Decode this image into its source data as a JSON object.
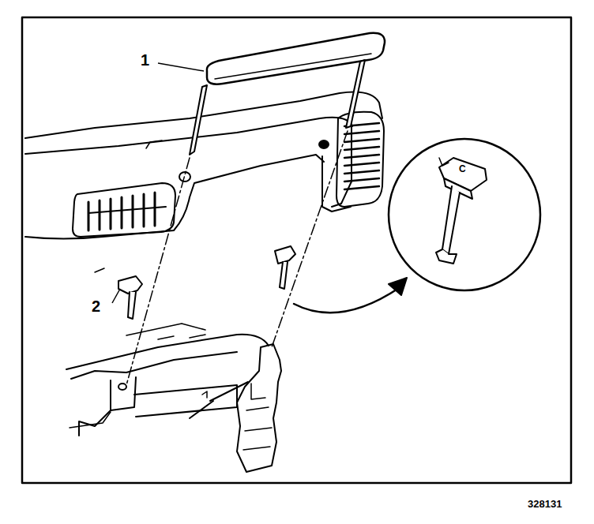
{
  "diagram": {
    "labels": [
      "1",
      "2",
      "C",
      "328131"
    ]
  }
}
